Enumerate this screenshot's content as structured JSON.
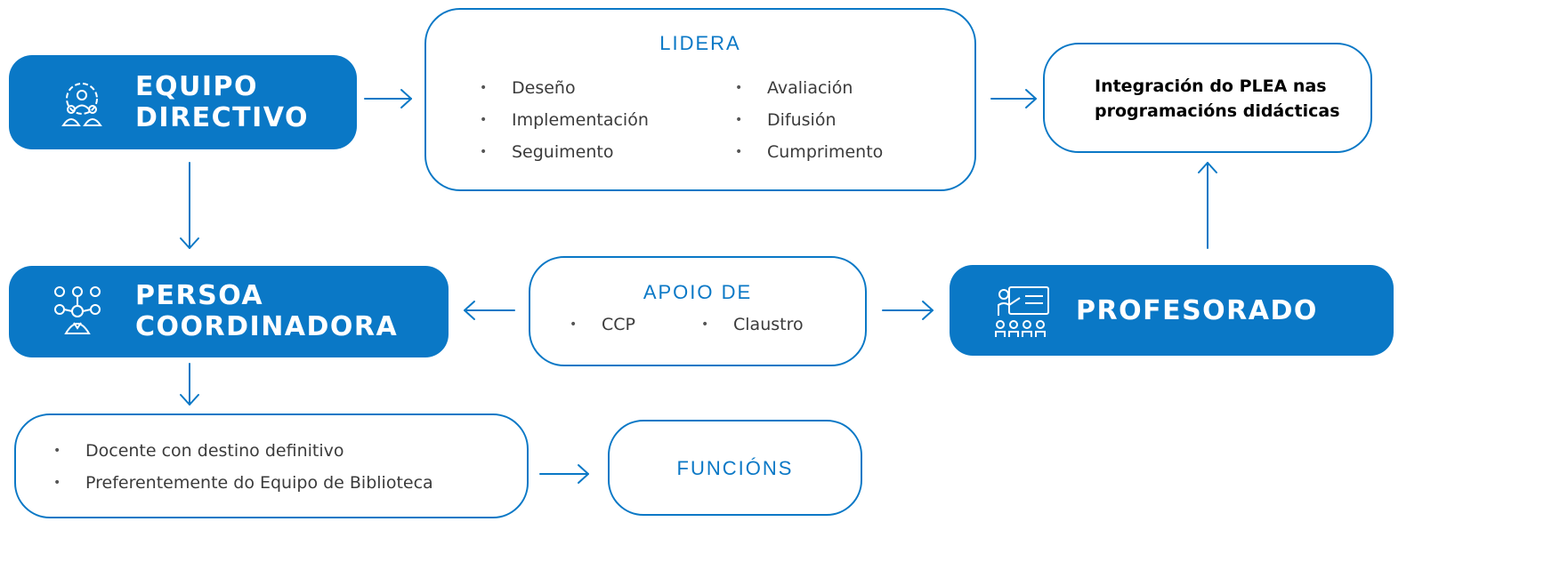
{
  "nodes": {
    "equipo": {
      "line1": "EQUIPO",
      "line2": "DIRECTIVO"
    },
    "lidera": {
      "title": "LIDERA",
      "col1": [
        "Deseño",
        "Implementación",
        "Seguimento"
      ],
      "col2": [
        "Avaliación",
        "Difusión",
        "Cumprimento"
      ]
    },
    "integracion": {
      "line1": "Integración do PLEA nas",
      "line2": "programacións didácticas"
    },
    "persoa": {
      "line1": "PERSOA",
      "line2": "COORDINADORA"
    },
    "apoio": {
      "title": "APOIO DE",
      "items": [
        "CCP",
        "Claustro"
      ]
    },
    "profesorado": {
      "label": "PROFESORADO"
    },
    "requisitos": {
      "items": [
        "Docente con destino definitivo",
        "Preferentemente do Equipo de Biblioteca"
      ]
    },
    "funcions": {
      "label": "FUNCIÓNS"
    }
  },
  "colors": {
    "primary": "#0a78c6",
    "text": "#3b3b3b",
    "background": "#ffffff"
  },
  "icons": [
    "team-gear-icon",
    "network-people-icon",
    "teacher-board-icon"
  ]
}
